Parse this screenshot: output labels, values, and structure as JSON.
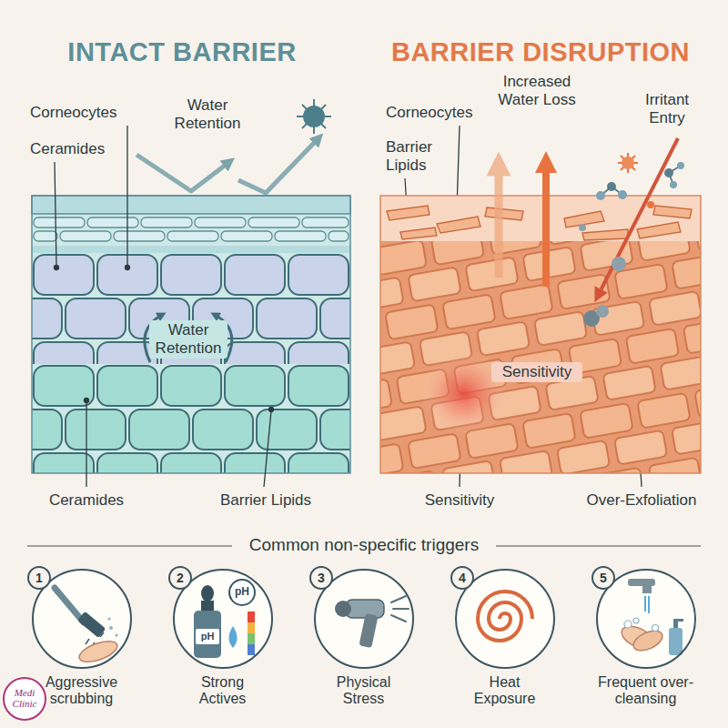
{
  "diagram": {
    "nodes": [
      {
        "text": [
          "1",
          "Aggressive scrubbing"
        ]
      },
      {
        "text": [
          "2",
          "Strong Actives"
        ]
      },
      {
        "text": [
          "3",
          "Physical Stress"
        ]
      },
      {
        "text": [
          "4",
          "Heat Exposure"
        ]
      },
      {
        "text": [
          "5",
          "Frequent over-cleansing"
        ]
      }
    ],
    "labels": [
      "INTACT BARRIER",
      "BARRIER DISRUPTION",
      "Corneocytes",
      "Ceramides",
      "Water Retention",
      "Water Retention",
      "Ceramides",
      "Barrier Lipids",
      "Corneocytes",
      "Barrier Lipids",
      "Increased Water Loss",
      "Irritant Entry",
      "Sensitivity",
      "Sensitivity",
      "Over-Exfoliation",
      "Common non-specific triggers",
      "pH",
      "pH",
      "Medi Clinic"
    ]
  }
}
